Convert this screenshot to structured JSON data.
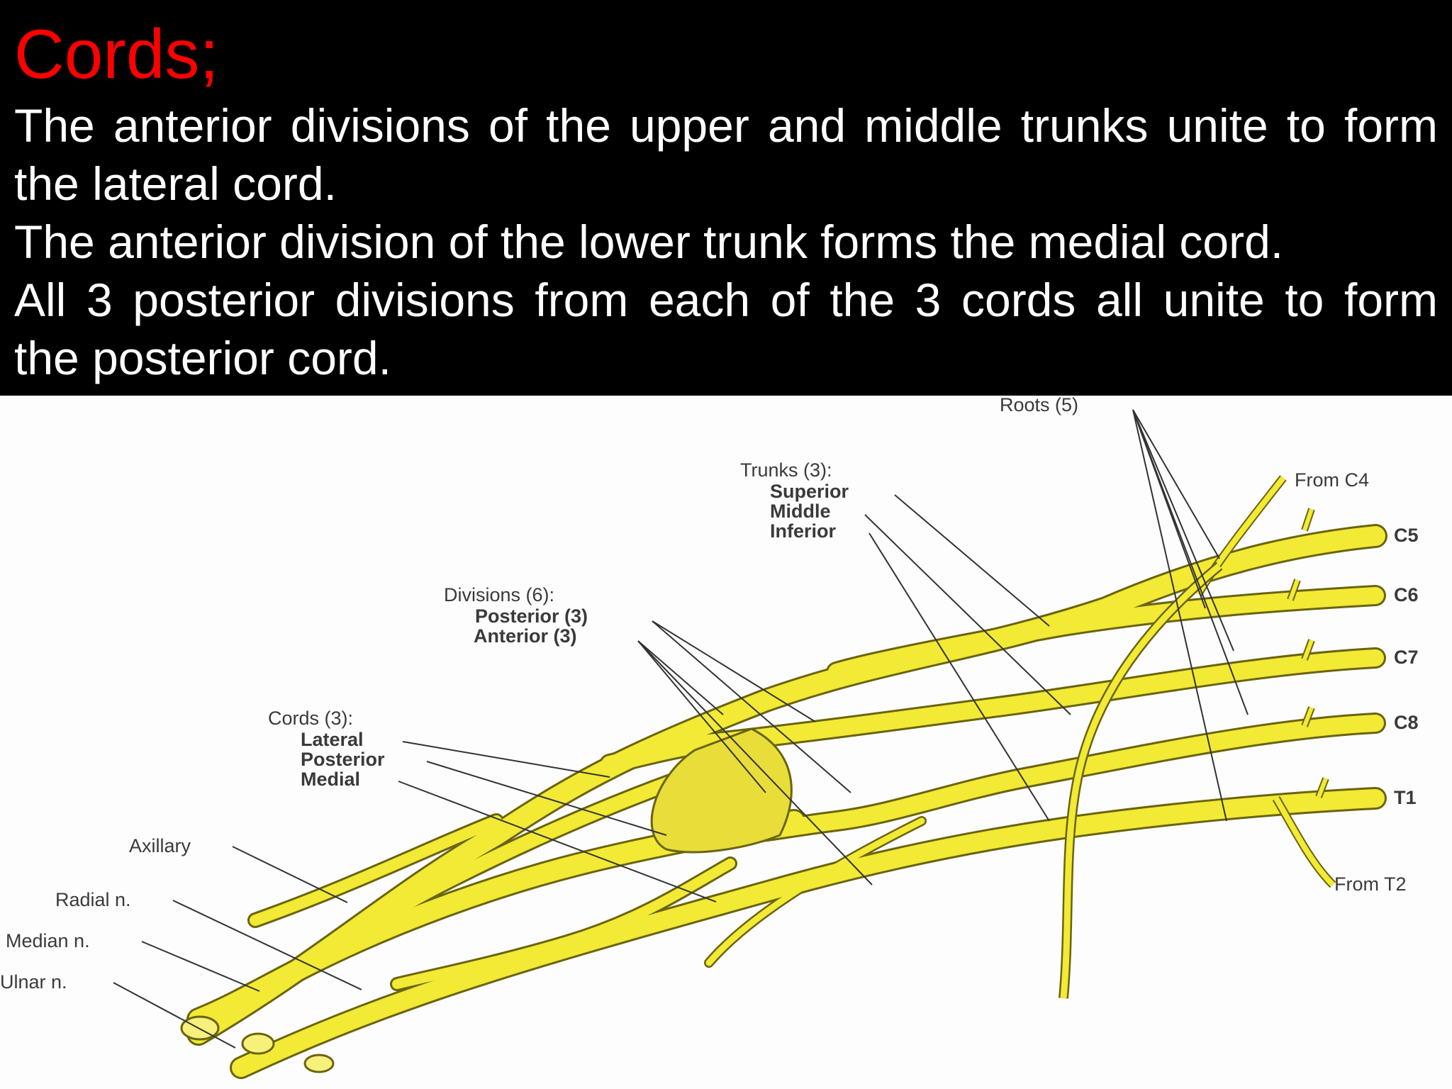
{
  "slide": {
    "title": "Cords;",
    "paragraph1_line1": "The anterior divisions of the upper and middle trunks unite to form",
    "paragraph1_line2": "the lateral cord.",
    "paragraph2": "The anterior division of the lower trunk forms the medial cord.",
    "paragraph3_line1": "All 3 posterior divisions from each of the 3 cords all unite to form",
    "paragraph3_line2": "the posterior cord."
  },
  "diagram": {
    "roots": "Roots (5)",
    "trunks_heading": "Trunks (3):",
    "trunk_superior": "Superior",
    "trunk_middle": "Middle",
    "trunk_inferior": "Inferior",
    "divisions_heading": "Divisions (6):",
    "division_posterior": "Posterior (3)",
    "division_anterior": "Anterior (3)",
    "cords_heading": "Cords (3):",
    "cord_lateral": "Lateral",
    "cord_posterior": "Posterior",
    "cord_medial": "Medial",
    "axillary": "Axillary",
    "radial": "Radial n.",
    "median": "Median n.",
    "ulnar": "Ulnar n.",
    "from_c4": "From C4",
    "c5": "C5",
    "c6": "C6",
    "c7": "C7",
    "c8": "C8",
    "t1": "T1",
    "from_t2": "From T2",
    "colors": {
      "nerve_fill": "#f2ea34",
      "nerve_outline": "#6a6410",
      "title_red": "#ff0000"
    }
  }
}
